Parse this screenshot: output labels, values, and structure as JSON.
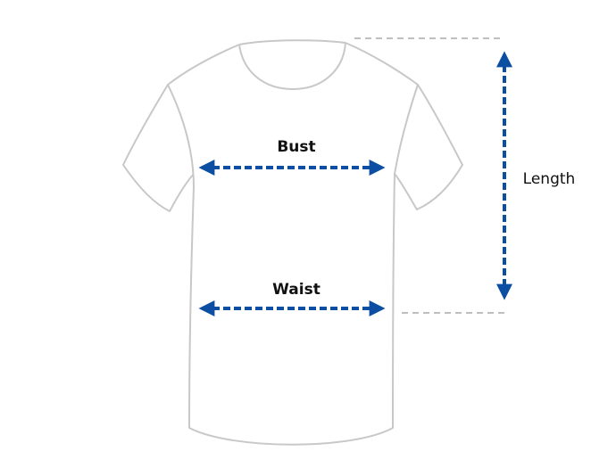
{
  "diagram": {
    "title": "T-shirt size measurement guide",
    "labels": {
      "bust": "Bust",
      "waist": "Waist",
      "length": "Length"
    },
    "colors": {
      "arrow": "#0b4ea2",
      "outline": "#c8c8c8",
      "guide": "#aaaaaa"
    }
  }
}
